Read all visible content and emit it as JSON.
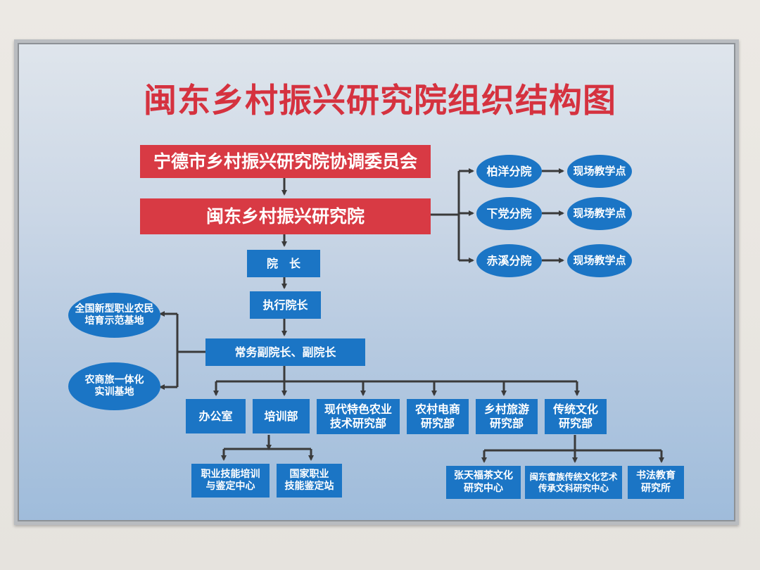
{
  "title": "闽东乡村振兴研究院组织结构图",
  "nodes": {
    "committee": "宁德市乡村振兴研究院协调委员会",
    "institute": "闽东乡村振兴研究院",
    "president": "院　长",
    "exec_president": "执行院长",
    "vice_presidents": "常务副院长、副院长",
    "base_training": "全国新型职业农民\n培育示范基地",
    "base_integration": "农商旅一体化\n实训基地",
    "office": "办公室",
    "training_dept": "培训部",
    "agri_tech_dept": "现代特色农业\n技术研究部",
    "ecommerce_dept": "农村电商\n研究部",
    "tourism_dept": "乡村旅游\n研究部",
    "culture_dept": "传统文化\n研究部",
    "skill_center": "职业技能培训\n与鉴定中心",
    "national_station": "国家职业\n技能鉴定站",
    "tea_center": "张天福茶文化\n研究中心",
    "she_center": "闽东畲族传统文化艺术\n传承文科研究中心",
    "calligraphy": "书法教育\n研究所",
    "branch_1": "柏洋分院",
    "branch_2": "下党分院",
    "branch_3": "赤溪分院",
    "teaching_1": "现场教学点",
    "teaching_2": "现场教学点",
    "teaching_3": "现场教学点"
  },
  "colors": {
    "title": "#d5323f",
    "red_box": "#d83a44",
    "blue_box": "#1b75c5",
    "connector": "#3a3a3a"
  }
}
